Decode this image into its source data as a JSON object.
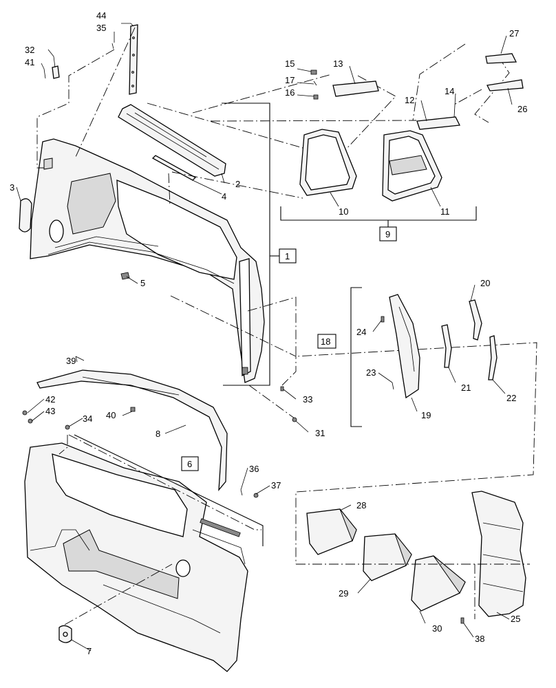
{
  "callouts": {
    "c1": "1",
    "c2": "2",
    "c3": "3",
    "c4": "4",
    "c5": "5",
    "c6": "6",
    "c7": "7",
    "c8": "8",
    "c9": "9",
    "c10": "10",
    "c11": "11",
    "c12": "12",
    "c13": "13",
    "c14": "14",
    "c15": "15",
    "c16": "16",
    "c17": "17",
    "c18": "18",
    "c19": "19",
    "c20": "20",
    "c21": "21",
    "c22": "22",
    "c23": "23",
    "c24": "24",
    "c25": "25",
    "c26": "26",
    "c27": "27",
    "c28": "28",
    "c29": "29",
    "c30": "30",
    "c31": "31",
    "c32": "32",
    "c33": "33",
    "c34": "34",
    "c35": "35",
    "c36": "36",
    "c37": "37",
    "c38": "38",
    "c39": "39",
    "c40": "40",
    "c41": "41",
    "c42": "42",
    "c43": "43",
    "c44": "44"
  }
}
